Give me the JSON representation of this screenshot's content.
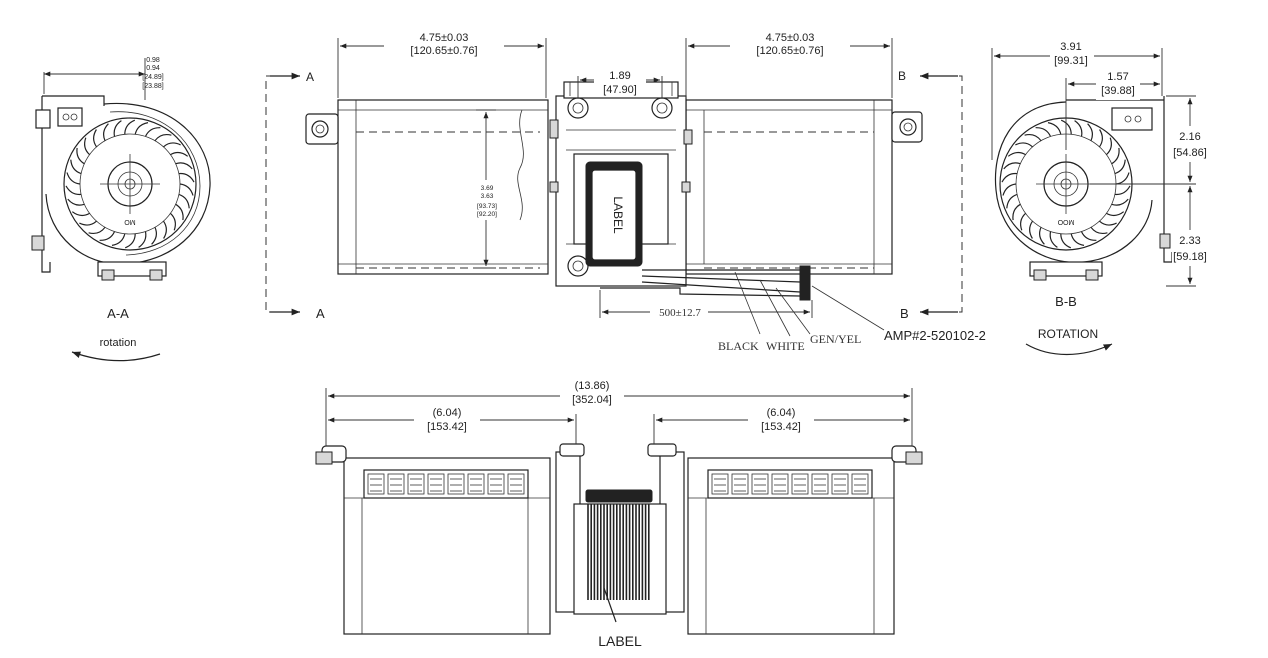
{
  "view_aa": {
    "dim_top_1": "0.98",
    "dim_top_2": "0.94",
    "dim_top_3": "[24.89]",
    "dim_top_4": "[23.88]",
    "motor_mark": "MO",
    "section_label": "A-A",
    "rotation_label": "rotation"
  },
  "front_view": {
    "section_marker": "A",
    "section_marker_b": "B",
    "dim_left": "4.75±0.03",
    "dim_left_mm": "[120.65±0.76]",
    "dim_right": "4.75±0.03",
    "dim_right_mm": "[120.65±0.76]",
    "dim_center": "1.89",
    "dim_center_mm": "[47.90]",
    "dim_height_1": "3.69",
    "dim_height_2": "3.63",
    "dim_height_3": "[93.73]",
    "dim_height_4": "[92.20]",
    "label_text": "LABEL",
    "lead_length": "500±12.7",
    "wire_black": "BLACK",
    "wire_white": "WHITE",
    "wire_gen": "GEN/YEL",
    "connector": "AMP#2-520102-2"
  },
  "view_bb": {
    "dim_w": "3.91",
    "dim_w_mm": "[99.31]",
    "dim_c": "1.57",
    "dim_c_mm": "[39.88]",
    "dim_h1": "2.16",
    "dim_h1_mm": "[54.86]",
    "dim_h2": "2.33",
    "dim_h2_mm": "[59.18]",
    "motor_mark": "MOO",
    "section_label": "B-B",
    "rotation_label": "ROTATION"
  },
  "bottom_view": {
    "dim_total": "(13.86)",
    "dim_total_mm": "[352.04]",
    "dim_left": "(6.04)",
    "dim_left_mm": "[153.42]",
    "dim_right": "(6.04)",
    "dim_right_mm": "[153.42]",
    "label_text": "LABEL"
  }
}
